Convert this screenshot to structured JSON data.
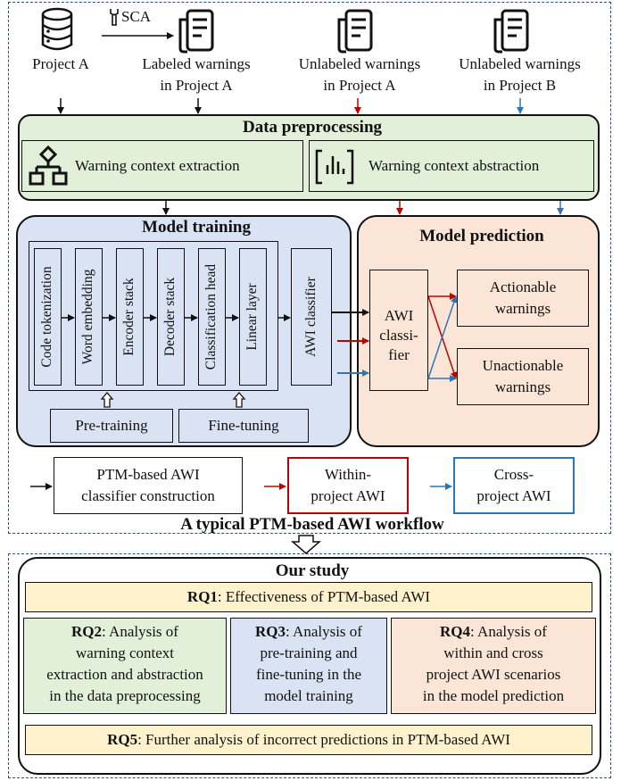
{
  "top": {
    "project_a": "Project A",
    "sca": "SCA",
    "labeled_line1": "Labeled warnings",
    "labeled_line2": "in Project A",
    "unlabeled_a_line1": "Unlabeled warnings",
    "unlabeled_a_line2": "in Project A",
    "unlabeled_b_line1": "Unlabeled warnings",
    "unlabeled_b_line2": "in Project B"
  },
  "preprocessing": {
    "title": "Data preprocessing",
    "extraction": "Warning context extraction",
    "abstraction": "Warning context abstraction"
  },
  "training": {
    "title": "Model training",
    "stack": [
      "Code tokenization",
      "Word embedding",
      "Encoder stack",
      "Decoder stack",
      "Classification head",
      "Linear layer"
    ],
    "classifier": "AWI classifier",
    "pretraining": "Pre-training",
    "finetuning": "Fine-tuning"
  },
  "prediction": {
    "title": "Model prediction",
    "classifier_lines": [
      "AWI",
      "classi-",
      "fier"
    ],
    "actionable_lines": [
      "Actionable",
      "warnings"
    ],
    "unactionable_lines": [
      "Unactionable",
      "warnings"
    ]
  },
  "legend": {
    "black_lines": [
      "PTM-based AWI",
      "classifier construction"
    ],
    "red_lines": [
      "Within-",
      "project AWI"
    ],
    "blue_lines": [
      "Cross-",
      "project AWI"
    ]
  },
  "workflow_caption": "A typical PTM-based AWI workflow",
  "study": {
    "title": "Our study",
    "rq1_label": "RQ1",
    "rq1_text": ": Effectiveness of PTM-based AWI",
    "rq2_label": "RQ2",
    "rq2_lines": [
      ": Analysis of",
      "warning context",
      "extraction and abstraction",
      "in the data preprocessing"
    ],
    "rq3_label": "RQ3",
    "rq3_lines": [
      ": Analysis of",
      "pre-training and",
      "fine-tuning in the",
      "model training"
    ],
    "rq4_label": "RQ4",
    "rq4_lines": [
      ": Analysis of",
      "within and cross",
      "project AWI scenarios",
      "in the model prediction"
    ],
    "rq5_label": "RQ5",
    "rq5_text": ": Further analysis of incorrect predictions in PTM-based AWI"
  },
  "colors": {
    "preprocessing_fill": "#e2efd9",
    "training_fill": "#dae3f3",
    "prediction_fill": "#fbe5d6",
    "rq_yellow": "#fff2cc",
    "red_arrow": "#c00000",
    "blue_arrow": "#2e75b6"
  }
}
